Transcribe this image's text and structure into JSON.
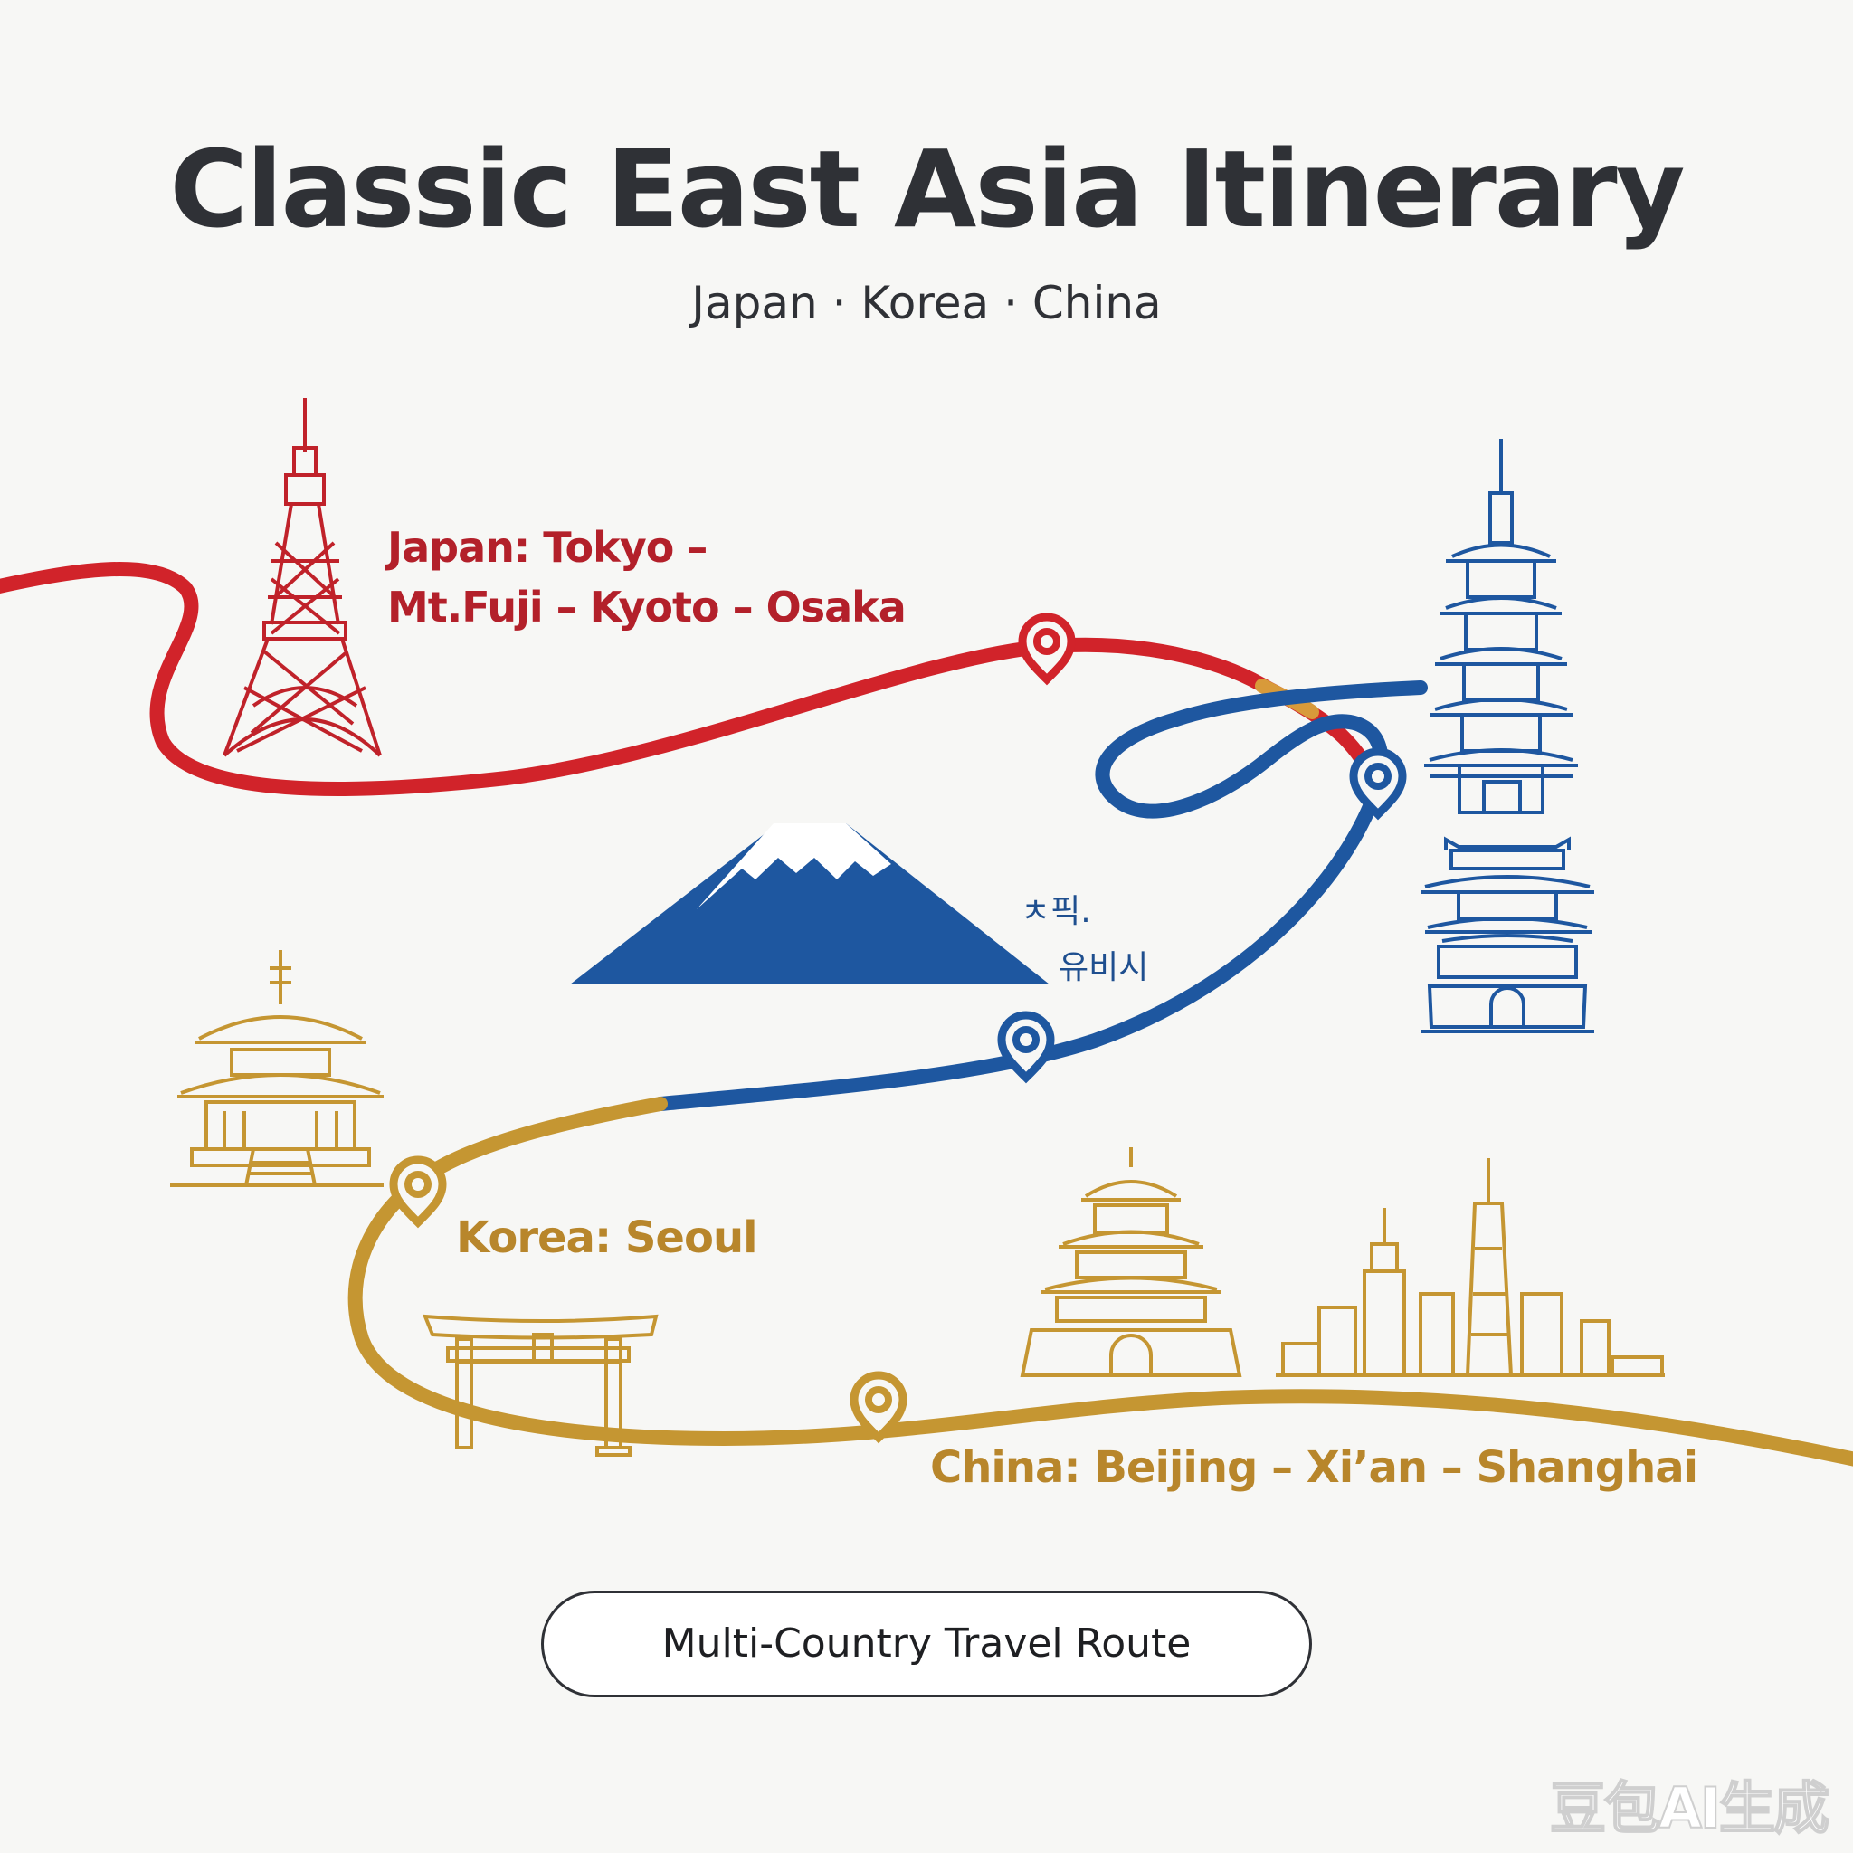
{
  "header": {
    "title": "Classic East Asia Itinerary",
    "subtitle": "Japan · Korea · China"
  },
  "route": {
    "japan": {
      "line1": "Japan: Tokyo –",
      "line2": "Mt.Fuji – Kyoto – Osaka",
      "color": "#d1232a",
      "label_color": "#b3202a"
    },
    "korea": {
      "label": "Korea: Seoul",
      "color": "#1e57a0",
      "korean_text_1": "ㅊ픽.",
      "korean_text_2": "유비시"
    },
    "china": {
      "label": "China: Beijing – Xi’an – Shanghai",
      "color": "#c59632",
      "label_color": "#b8862b"
    }
  },
  "icons": [
    "tokyo-tower-icon",
    "mount-fuji-icon",
    "pagoda-icon",
    "palace-gate-icon",
    "korean-palace-icon",
    "torii-gate-icon",
    "beijing-gate-icon",
    "shanghai-skyline-icon",
    "location-pin-icon"
  ],
  "footer": {
    "pill_label": "Multi-Country Travel Route"
  },
  "watermark": "豆包AI生成"
}
